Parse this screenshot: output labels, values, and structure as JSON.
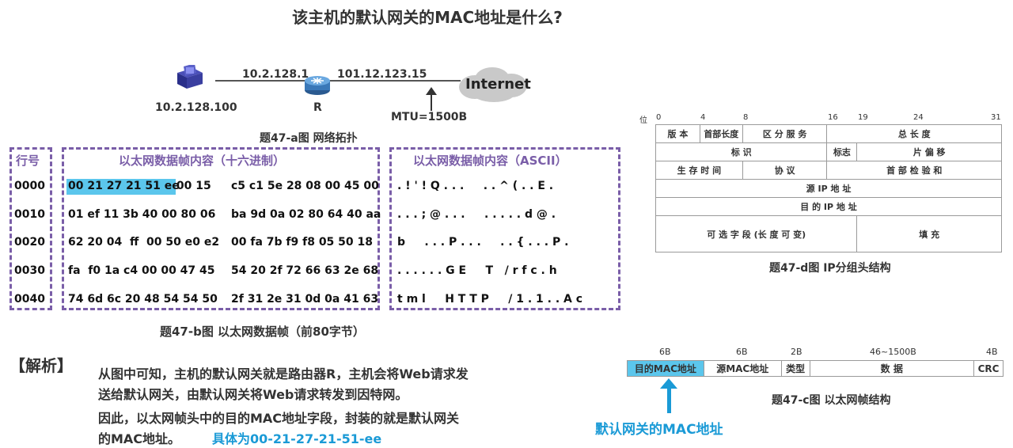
{
  "title": "该主机的默认网关的MAC地址是什么?",
  "topology": {
    "host_ip": "10.2.128.100",
    "router_ip_left": "10.2.128.1",
    "router_ip_right": "101.12.123.15",
    "router_name": "R",
    "mtu": "MTU=1500B",
    "internet": "Internet",
    "caption": "题47-a图 网络拓扑"
  },
  "frame": {
    "col_row": "行号",
    "col_hex": "以太网数据帧内容（十六进制）",
    "col_ascii": "以太网数据帧内容（ASCII）",
    "caption": "题47-b图 以太网数据帧（前80字节）",
    "rows": [
      {
        "offset": "0000",
        "hex_a_hl": "00 21 27 21 51 ee",
        "hex_a": " 00 15",
        "hex_b": "c5 c1 5e 28 08 00 45 00",
        "ascii": ". ! ' ! Q . . .     . . ^ ( . . E ."
      },
      {
        "offset": "0010",
        "hex_a_hl": "",
        "hex_a": "01 ef 11 3b 40 00 80 06",
        "hex_b": "ba 9d 0a 02 80 64 40 aa",
        "ascii": ". . . ; @ . . .     . . . . . d @ ."
      },
      {
        "offset": "0020",
        "hex_a_hl": "",
        "hex_a": "62 20 04  ff  00 50 e0 e2",
        "hex_b": "00 fa 7b f9 f8 05 50 18",
        "ascii": "b     . . . P . . .     . . { . . . P ."
      },
      {
        "offset": "0030",
        "hex_a_hl": "",
        "hex_a": "fa  f0 1a c4 00 00 47 45",
        "hex_b": "54 20 2f 72 66 63 2e 68",
        "ascii": ". . . . . . G E     T   / r f c . h"
      },
      {
        "offset": "0040",
        "hex_a_hl": "",
        "hex_a": "74 6d 6c 20 48 54 54 50",
        "hex_b": "2f 31 2e 31 0d 0a 41 63",
        "ascii": "t m l     H T T P     / 1 . 1 . . A c"
      }
    ]
  },
  "ip_header": {
    "bit_label": "位",
    "bits": [
      "0",
      "4",
      "8",
      "16",
      "19",
      "24",
      "31"
    ],
    "row1": [
      "版 本",
      "首部长度",
      "区 分 服 务",
      "总  长  度"
    ],
    "row2": [
      "标    识",
      "标志",
      "片 偏 移"
    ],
    "row3": [
      "生 存 时 间",
      "协    议",
      "首 部 检 验 和"
    ],
    "row4": "源 IP 地 址",
    "row5": "目 的 IP 地 址",
    "row6": [
      "可 选 字 段 (长 度 可 变)",
      "填 充"
    ],
    "caption": "题47-d图 IP分组头结构"
  },
  "eth_header": {
    "sizes": [
      "6B",
      "6B",
      "2B",
      "46~1500B",
      "4B"
    ],
    "fields": [
      "目的MAC地址",
      "源MAC地址",
      "类型",
      "数  据",
      "CRC"
    ],
    "caption": "题47-c图 以太网帧结构",
    "gateway_label": "默认网关的MAC地址"
  },
  "analysis": {
    "head": "【解析】",
    "p1_line1": "从图中可知，主机的默认网关就是路由器R，主机会将Web请求发",
    "p1_line2": "送给默认网关，由默认网关将Web请求转发到因特网。",
    "p2_line1": "因此，以太网帧头中的目的MAC地址字段，封装的就是默认网关",
    "p2_line2": "的MAC地址。",
    "answer": "具体为00-21-27-21-51-ee"
  },
  "colors": {
    "frame_dash": "#7a5ea8",
    "highlight": "#5bc6ec",
    "accent_blue": "#1a9ad6"
  }
}
